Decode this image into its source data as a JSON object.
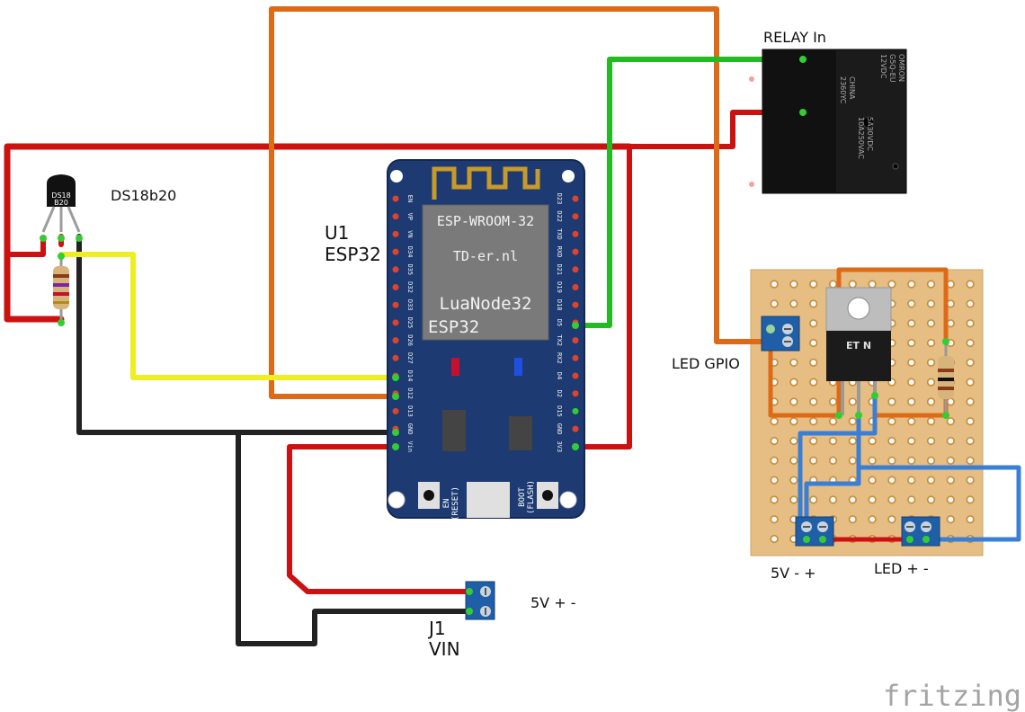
{
  "labels": {
    "relay_in": "RELAY In",
    "ds18b20": "DS18b20",
    "u1": "U1",
    "esp32": "ESP32",
    "led_gpio": "LED GPIO",
    "five_v_pm_right": "5V - +",
    "led_pm": "LED + -",
    "five_v_pm_j1": "5V + -",
    "j1": "J1",
    "vin": "VIN",
    "fritzing": "fritzing"
  },
  "esp_board": {
    "module_name": "ESP-WROOM-32",
    "module_sub": "TD-er.nl",
    "board_name_1": "LuaNode32",
    "board_name_2": "ESP32",
    "left_pins": [
      "EN",
      "VP",
      "VN",
      "D34",
      "D35",
      "D32",
      "D33",
      "D25",
      "D26",
      "D27",
      "D14",
      "D12",
      "D13",
      "GND",
      "Vin"
    ],
    "right_pins": [
      "D23",
      "D22",
      "TXD",
      "RXD",
      "D21",
      "D19",
      "D18",
      "D5",
      "TX2",
      "RX2",
      "D4",
      "D2",
      "D15",
      "GND",
      "3V3"
    ],
    "btn_left": "EN",
    "btn_left_sub": "(RESET)",
    "btn_right": "BOOT",
    "btn_right_sub": "(FLASH)"
  },
  "sensor_chip": {
    "line1": "DS18",
    "line2": "B20"
  },
  "relay": {
    "brand": "OMRON",
    "model": "G5Q-EU",
    "voltage": "12VDC",
    "origin": "CHINA",
    "code": "2360YC",
    "rating1": "5A30VDC",
    "rating2": "10A250VAC"
  },
  "transistor": {
    "text": "ET N"
  },
  "wire_colors": {
    "red": "#cc1111",
    "black": "#222222",
    "orange": "#dd6a16",
    "green": "#22bb22",
    "yellow": "#eeee22",
    "blue": "#3a7fd6"
  }
}
